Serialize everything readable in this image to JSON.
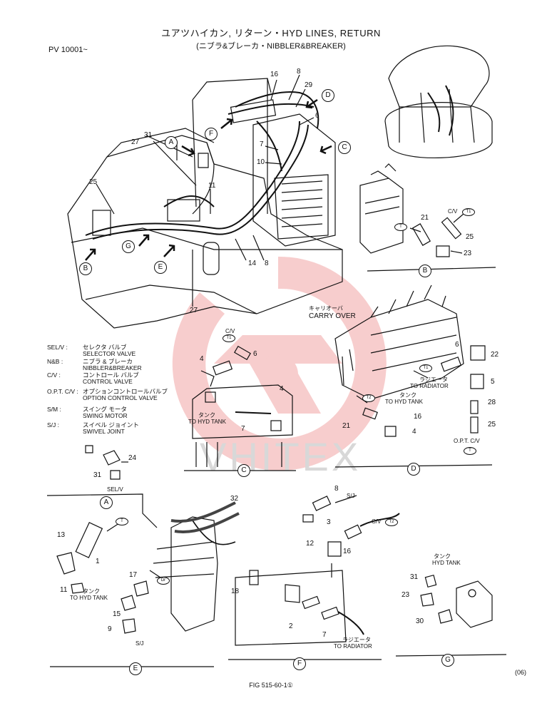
{
  "header": {
    "title": "ユアツハイカン, リターン・HYD LINES, RETURN",
    "subtitle": "(ニブラ&ブレーカ・NIBBLER&BREAKER)",
    "serial": "PV 10001~"
  },
  "legend": [
    {
      "abbr": "SEL/V :",
      "jp": "セレクタ バルブ",
      "en": "SELECTOR VALVE"
    },
    {
      "abbr": "N&B :",
      "jp": "ニブラ & ブレーカ",
      "en": "NIBBLER&BREAKER"
    },
    {
      "abbr": "C/V :",
      "jp": "コントロール バルブ",
      "en": "CONTROL VALVE"
    },
    {
      "abbr": "O.P.T. C/V :",
      "jp": "オプションコントロールバルブ",
      "en": "OPTION CONTROL VALVE"
    },
    {
      "abbr": "S/M :",
      "jp": "スイング モータ",
      "en": "SWING MOTOR"
    },
    {
      "abbr": "S/J :",
      "jp": "スイベル ジョイント",
      "en": "SWIVEL JOINT"
    }
  ],
  "section_markers": {
    "A": "A",
    "B": "B",
    "C": "C",
    "D": "D",
    "E": "E",
    "F": "F",
    "G": "G"
  },
  "labels": {
    "carry_over_jp": "キャリオーバ",
    "carry_over_en": "CARRY OVER",
    "to_hyd_tank": "TO HYD TANK",
    "tank_jp": "タンク",
    "to_radiator": "TO RADIATOR",
    "radiator_jp": "ラジエータ",
    "hyd_tank": "HYD TANK",
    "cv": "C/V",
    "sj": "S/J",
    "selv": "SEL/V",
    "opt_cv": "O.P.T. C/V",
    "dr": "Dr",
    "t": "T",
    "t1": "T1",
    "t2": "T2"
  },
  "part_numbers": {
    "main": [
      "16",
      "8",
      "29",
      "6",
      "7",
      "10",
      "31",
      "27",
      "11",
      "25",
      "14",
      "8",
      "27"
    ],
    "b": [
      "21",
      "25",
      "23"
    ],
    "c": [
      "6",
      "4",
      "4",
      "7"
    ],
    "d": [
      "6",
      "22",
      "5",
      "28",
      "25",
      "16",
      "21",
      "4"
    ],
    "a": [
      "24",
      "31"
    ],
    "e": [
      "32",
      "13",
      "1",
      "11",
      "17",
      "15",
      "9"
    ],
    "f": [
      "8",
      "3",
      "12",
      "16",
      "18",
      "2",
      "7"
    ],
    "g": [
      "31",
      "23",
      "30"
    ]
  },
  "footer": {
    "figure": "FIG 515-60-1①",
    "page": "(06)"
  },
  "watermark": "VHITEX"
}
